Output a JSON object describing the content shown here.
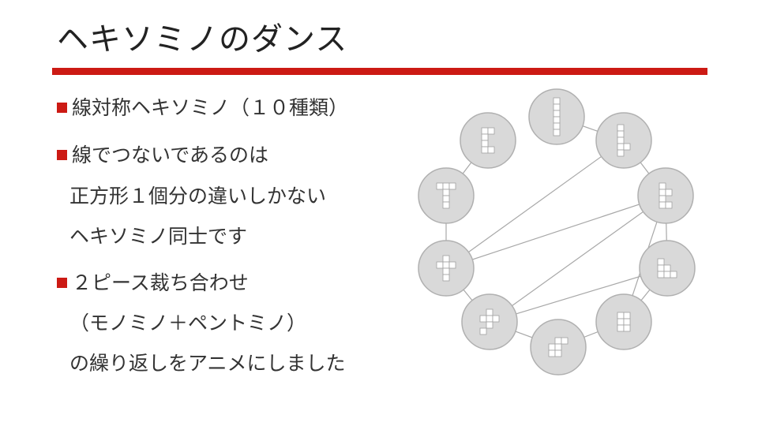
{
  "title": "ヘキソミノのダンス",
  "colors": {
    "accent": "#CC1A14",
    "node_fill": "#D9D9D9",
    "node_stroke": "#B0B0B0",
    "edge": "#A8A8A8",
    "cell_stroke": "#A0A0A0"
  },
  "bullets": [
    {
      "text": "線対称ヘキソミノ（１０種類）"
    },
    {
      "text": "線でつないであるのは",
      "continuation": [
        "正方形１個分の違いしかない",
        "ヘキソミノ同士です"
      ]
    },
    {
      "text": "２ピース裁ち合わせ",
      "continuation": [
        "（モノミノ＋ペントミノ）",
        "の繰り返しをアニメにしました"
      ]
    }
  ],
  "diagram": {
    "nodes": [
      {
        "id": "I",
        "cells": [
          [
            0,
            0
          ],
          [
            0,
            1
          ],
          [
            0,
            2
          ],
          [
            0,
            3
          ],
          [
            0,
            4
          ],
          [
            0,
            5
          ]
        ]
      },
      {
        "id": "L-notch",
        "cells": [
          [
            0,
            0
          ],
          [
            0,
            1
          ],
          [
            0,
            2
          ],
          [
            0,
            3
          ],
          [
            1,
            3
          ],
          [
            0,
            4
          ]
        ]
      },
      {
        "id": "T-side",
        "cells": [
          [
            0,
            0
          ],
          [
            0,
            1
          ],
          [
            1,
            1
          ],
          [
            0,
            2
          ],
          [
            0,
            3
          ],
          [
            1,
            3
          ]
        ]
      },
      {
        "id": "stair",
        "cells": [
          [
            0,
            0
          ],
          [
            0,
            1
          ],
          [
            1,
            1
          ],
          [
            0,
            2
          ],
          [
            1,
            2
          ],
          [
            2,
            2
          ]
        ]
      },
      {
        "id": "grid-2x3",
        "cells": [
          [
            0,
            0
          ],
          [
            1,
            0
          ],
          [
            0,
            1
          ],
          [
            1,
            1
          ],
          [
            0,
            2
          ],
          [
            1,
            2
          ]
        ]
      },
      {
        "id": "zig",
        "cells": [
          [
            1,
            0
          ],
          [
            2,
            0
          ],
          [
            0,
            1
          ],
          [
            1,
            1
          ],
          [
            0,
            2
          ],
          [
            1,
            2
          ]
        ]
      },
      {
        "id": "plus-tail",
        "cells": [
          [
            1,
            0
          ],
          [
            0,
            1
          ],
          [
            1,
            1
          ],
          [
            2,
            1
          ],
          [
            1,
            2
          ],
          [
            0,
            3
          ]
        ]
      },
      {
        "id": "cross",
        "cells": [
          [
            1,
            0
          ],
          [
            0,
            1
          ],
          [
            1,
            1
          ],
          [
            2,
            1
          ],
          [
            1,
            2
          ],
          [
            1,
            3
          ]
        ]
      },
      {
        "id": "T-long",
        "cells": [
          [
            0,
            0
          ],
          [
            1,
            0
          ],
          [
            2,
            0
          ],
          [
            1,
            1
          ],
          [
            1,
            2
          ],
          [
            1,
            3
          ]
        ]
      },
      {
        "id": "U-shape",
        "cells": [
          [
            0,
            0
          ],
          [
            1,
            0
          ],
          [
            0,
            1
          ],
          [
            0,
            2
          ],
          [
            0,
            3
          ],
          [
            1,
            3
          ]
        ]
      }
    ],
    "edges": [
      [
        "I",
        "L-notch"
      ],
      [
        "L-notch",
        "T-side"
      ],
      [
        "L-notch",
        "cross"
      ],
      [
        "T-side",
        "stair"
      ],
      [
        "T-side",
        "cross"
      ],
      [
        "T-side",
        "plus-tail"
      ],
      [
        "T-side",
        "grid-2x3"
      ],
      [
        "stair",
        "plus-tail"
      ],
      [
        "stair",
        "grid-2x3"
      ],
      [
        "grid-2x3",
        "zig"
      ],
      [
        "zig",
        "plus-tail"
      ],
      [
        "plus-tail",
        "cross"
      ],
      [
        "cross",
        "T-long"
      ],
      [
        "T-long",
        "U-shape"
      ]
    ]
  }
}
